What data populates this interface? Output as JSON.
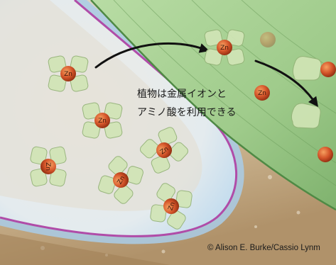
{
  "caption": {
    "line1": "植物は金属イオンと",
    "line2": "アミノ酸を利用できる"
  },
  "ion_label": "Zn",
  "credit": "© Alison E. Burke/Cassio Lynm",
  "colors": {
    "soil": "#cdb68e",
    "root": "#e8eef0",
    "root_edge": "#a9cde8",
    "root_outline": "#b04ca8",
    "plant_tissue": "#a3cd8e",
    "amino_acid": "#d1e5b6",
    "zinc_ion": "#d4552a",
    "arrow": "#111111"
  }
}
